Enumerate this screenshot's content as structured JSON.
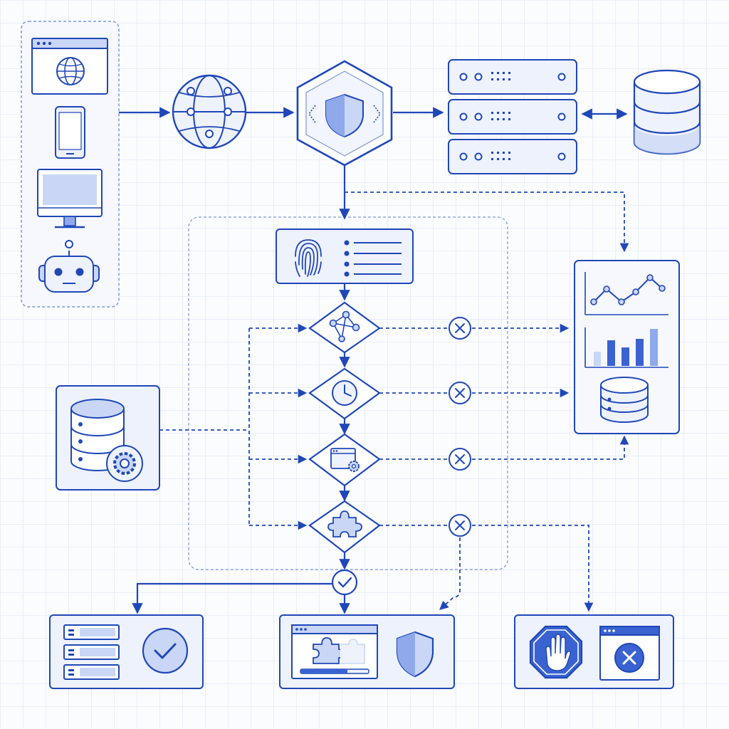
{
  "diagram": {
    "kind": "api-gateway-request-flow",
    "colors": {
      "stroke": "#1f47b8",
      "fill_light": "#eef2fc",
      "fill_mid": "#c9d6f5",
      "fill_accent": "#8fa9ea",
      "container_dash": "#7b95d9"
    },
    "nodes": [
      {
        "id": "clients",
        "icons": [
          "browser-window-globe-icon",
          "smartphone-icon",
          "desktop-monitor-icon",
          "robot-icon"
        ]
      },
      {
        "id": "internet",
        "icon": "globe-network-icon"
      },
      {
        "id": "gateway",
        "icon": "shield-hexagon-icon"
      },
      {
        "id": "backend-servers",
        "icon": "server-rack-icon",
        "count": 3
      },
      {
        "id": "primary-database",
        "icon": "database-icon"
      },
      {
        "id": "authentication",
        "icon": "fingerprint-icon"
      },
      {
        "id": "routing-check",
        "icon": "network-nodes-icon"
      },
      {
        "id": "rate-limit-check",
        "icon": "clock-icon"
      },
      {
        "id": "config-check",
        "icon": "window-gear-icon"
      },
      {
        "id": "plugin-check",
        "icon": "puzzle-piece-icon"
      },
      {
        "id": "config-store",
        "icon": "database-gear-icon"
      },
      {
        "id": "monitoring",
        "icons": [
          "line-chart-icon",
          "bar-chart-icon",
          "database-icon"
        ]
      },
      {
        "id": "success-node",
        "icon": "check-circle-icon"
      },
      {
        "id": "upstream-success",
        "icons": [
          "server-stack-icon",
          "check-circle-icon"
        ]
      },
      {
        "id": "plugin-security",
        "icons": [
          "plugin-window-icon",
          "shield-icon"
        ]
      },
      {
        "id": "request-blocked",
        "icons": [
          "stop-hand-icon",
          "error-window-icon"
        ]
      }
    ],
    "edges": [
      {
        "from": "clients",
        "to": "internet",
        "style": "solid"
      },
      {
        "from": "internet",
        "to": "gateway",
        "style": "solid"
      },
      {
        "from": "gateway",
        "to": "backend-servers",
        "style": "solid"
      },
      {
        "from": "backend-servers",
        "to": "primary-database",
        "style": "solid",
        "bidirectional": true
      },
      {
        "from": "gateway",
        "to": "authentication",
        "style": "solid"
      },
      {
        "from": "gateway",
        "to": "monitoring",
        "style": "dashed"
      },
      {
        "from": "authentication",
        "to": "routing-check",
        "style": "solid"
      },
      {
        "from": "routing-check",
        "to": "rate-limit-check",
        "style": "solid"
      },
      {
        "from": "rate-limit-check",
        "to": "config-check",
        "style": "solid"
      },
      {
        "from": "config-check",
        "to": "plugin-check",
        "style": "solid"
      },
      {
        "from": "plugin-check",
        "to": "success-node",
        "style": "solid"
      },
      {
        "from": "config-store",
        "to": "routing-check",
        "style": "dashed"
      },
      {
        "from": "config-store",
        "to": "rate-limit-check",
        "style": "dashed"
      },
      {
        "from": "config-store",
        "to": "config-check",
        "style": "dashed"
      },
      {
        "from": "config-store",
        "to": "plugin-check",
        "style": "dashed"
      },
      {
        "from": "routing-check",
        "to": "monitoring",
        "style": "dashed",
        "via": "reject"
      },
      {
        "from": "rate-limit-check",
        "to": "monitoring",
        "style": "dashed",
        "via": "reject"
      },
      {
        "from": "config-check",
        "to": "monitoring",
        "style": "dashed",
        "via": "reject"
      },
      {
        "from": "plugin-check",
        "to": "plugin-security",
        "style": "dashed",
        "via": "reject"
      },
      {
        "from": "plugin-check",
        "to": "request-blocked",
        "style": "dashed",
        "via": "reject"
      },
      {
        "from": "success-node",
        "to": "upstream-success",
        "style": "solid"
      },
      {
        "from": "success-node",
        "to": "plugin-security",
        "style": "solid"
      }
    ],
    "reject_markers": 4
  }
}
